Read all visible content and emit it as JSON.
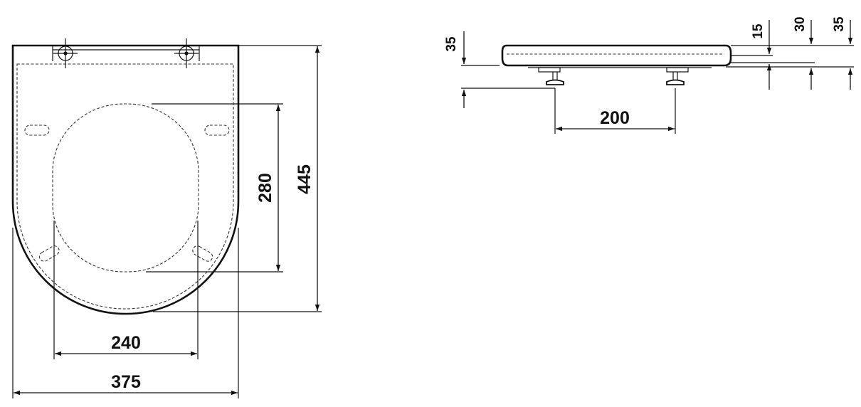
{
  "diagram": {
    "dimensions": {
      "seat_width": "375",
      "hinge_opening_width": "240",
      "opening_depth": "280",
      "overall_depth": "445",
      "hinge_spacing": "200",
      "hinge_drop": "35",
      "lid_thickness_15": "15",
      "seat_height_30": "30",
      "seat_height_35": "35"
    }
  }
}
